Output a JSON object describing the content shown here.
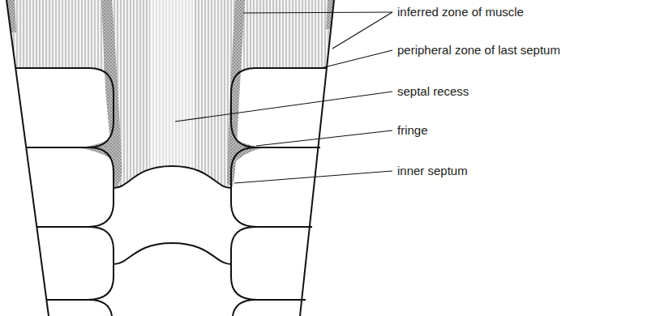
{
  "diagram": {
    "labels": [
      "inferred zone of muscle",
      "peripheral zone of last septum",
      "septal recess",
      "fringe",
      "inner septum"
    ]
  }
}
